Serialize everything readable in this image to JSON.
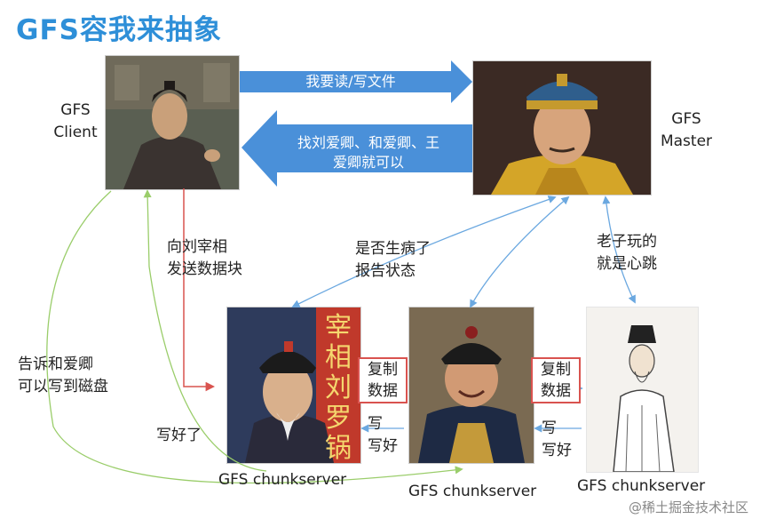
{
  "title": "GFS容我来抽象",
  "client_label": [
    "GFS",
    "Client"
  ],
  "master_label": [
    "GFS",
    "Master"
  ],
  "arrow_top_text": "我要读/写文件",
  "arrow_back_text": [
    "找刘爱卿、和爱卿、王",
    "爱卿就可以"
  ],
  "send_block_text": [
    "向刘宰相",
    "发送数据块"
  ],
  "sick_report_text": [
    "是否生病了",
    "报告状态"
  ],
  "heartbeat_text": [
    "老子玩的",
    "就是心跳"
  ],
  "tell_disk_text": [
    "告诉和爱卿",
    "可以写到磁盘"
  ],
  "written_text": "写好了",
  "replicate_1": [
    "复制",
    "数据"
  ],
  "write_1": [
    "写",
    "写好"
  ],
  "replicate_2": [
    "复制",
    "数据"
  ],
  "write_2": [
    "写",
    "写好"
  ],
  "chunkservers": [
    "GFS chunkserver",
    "GFS chunkserver",
    "GFS chunkserver"
  ],
  "poster_text": "宰相刘罗锅",
  "watermark": "@稀土掘金技术社区",
  "colors": {
    "title": "#2E8FD8",
    "arrow": "#4A90D9",
    "red_line": "#d9534f",
    "green_line": "#9ACD6A",
    "blue_line": "#6BA8E0"
  }
}
